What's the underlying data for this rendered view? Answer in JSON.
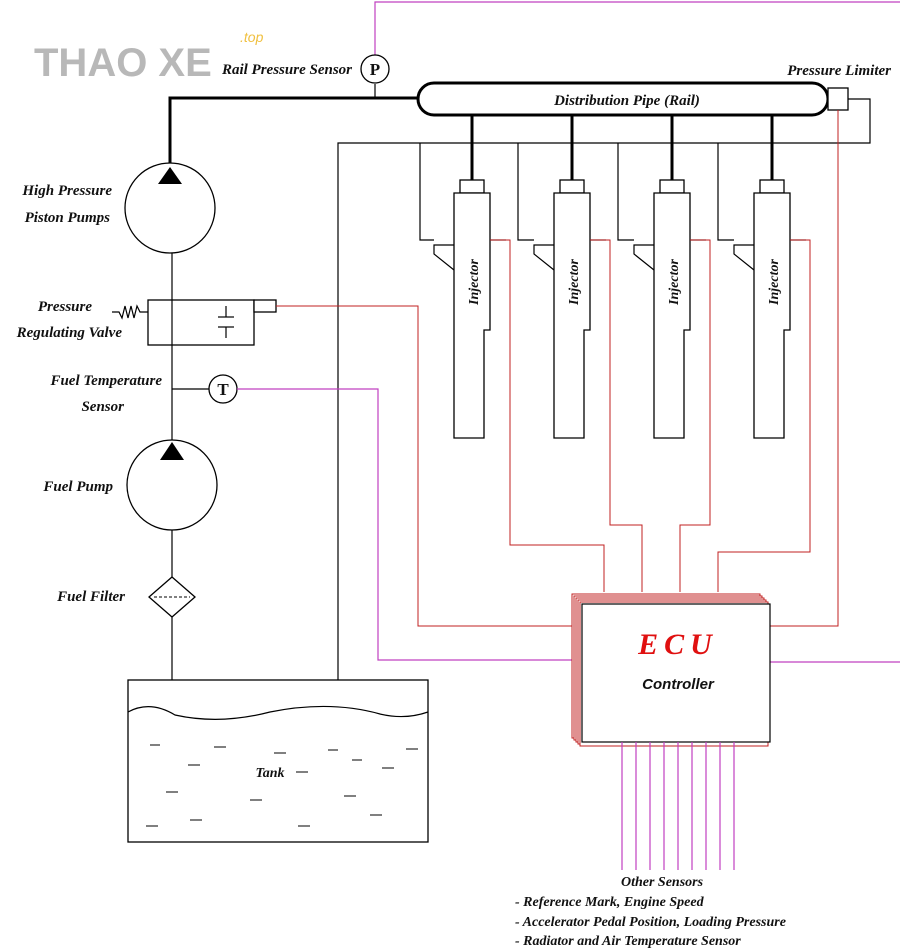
{
  "logo": {
    "text": "THAO XE",
    "sub": ".top"
  },
  "labels": {
    "rail_pressure_sensor": "Rail Pressure Sensor",
    "rail_pressure_symbol": "P",
    "pressure_limiter": "Pressure Limiter",
    "distribution_pipe": "Distribution Pipe (Rail)",
    "high_pressure_line1": "High Pressure",
    "high_pressure_line2": "Piston Pumps",
    "pressure_valve_line1": "Pressure",
    "pressure_valve_line2": "Regulating Valve",
    "fuel_temp_line1": "Fuel Temperature",
    "fuel_temp_line2": "Sensor",
    "fuel_temp_symbol": "T",
    "fuel_pump": "Fuel Pump",
    "fuel_filter": "Fuel Filter",
    "tank": "Tank",
    "injector": "Injector",
    "ecu_title": "ECU",
    "ecu_subtitle": "Controller",
    "other_sensors": "Other Sensors",
    "sensor_items": [
      "- Reference Mark, Engine Speed",
      "- Accelerator Pedal Position, Loading Pressure",
      "- Radiator and Air Temperature Sensor"
    ]
  },
  "colors": {
    "signal_red": "#c02020",
    "signal_magenta": "#c040c0",
    "ecu_text": "#e01010"
  }
}
